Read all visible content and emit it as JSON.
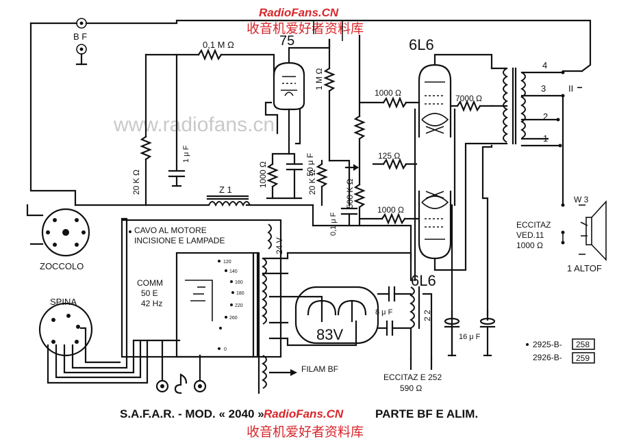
{
  "watermark": {
    "top_site": "RadioFans.CN",
    "top_cn": "收音机爱好者资料库",
    "middle": "www.radiofans.cn",
    "bottom_site": "RadioFans.CN",
    "bottom_cn": "收音机爱好者资料库"
  },
  "caption": {
    "left": "S.A.F.A.R. - MOD. « 2040 »",
    "right": "PARTE BF E ALIM."
  },
  "tubes": {
    "v75": "75",
    "v6l6_top": "6L6",
    "v6l6_bottom": "6L6",
    "v83v": "83V"
  },
  "connectors": {
    "bf": "B F",
    "zoccolo": "ZOCCOLO",
    "spina": "SPINA"
  },
  "components": {
    "r_01m": "0,1 M Ω",
    "r_1m": "1 M Ω",
    "r_20k_left": "20 K Ω",
    "c_1uf": "1 μ F",
    "r_1000_cath": "1000 Ω",
    "c_50uf": "50 μ F",
    "r_20k_mid": "20 K Ω",
    "r_500k": "500 K Ω",
    "c_01uf": "0,1 μ F",
    "r_1000_g1": "1000 Ω",
    "r_125": "125 Ω",
    "r_1000_g2": "1000 Ω",
    "r_7000": "7000 Ω",
    "z1": "Z 1",
    "c_8uf": "8 μ F",
    "choke_22": "2 2",
    "c_16uf": "16 μ F"
  },
  "notes": {
    "cavo_line1": "CAVO AL MOTORE",
    "cavo_line2": "INCISIONE E LAMPADE",
    "v24": "24 V",
    "comm_1": "COMM",
    "comm_2": "50 E",
    "comm_3": "42 Hz",
    "filam": "FILAM BF",
    "eccitaz_bottom_1": "ECCITAZ  E 252",
    "eccitaz_bottom_2": "590 Ω",
    "eccitaz_right_1": "ECCITAZ",
    "eccitaz_right_2": "VED.11",
    "eccitaz_right_3": "1000 Ω",
    "w3": "W 3",
    "altof": "1 ALTOF",
    "ref1_code": "2925-B-",
    "ref1_box": "258",
    "ref2_code": "2926-B-",
    "ref2_box": "259"
  },
  "terminals": [
    "4",
    "3",
    "2",
    "1"
  ],
  "transformer_taps": [
    "120",
    "140",
    "160",
    "180",
    "220",
    "260",
    "0"
  ]
}
